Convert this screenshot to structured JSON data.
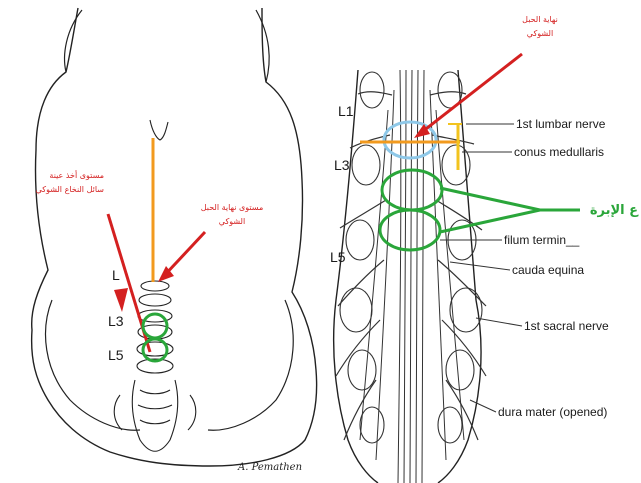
{
  "left_panel": {
    "vertebra_labels": [
      "L",
      "L3",
      "L5"
    ],
    "arabic_needle_level": [
      "مستوى أخذ عينة",
      "سائل النخاع الشوكي"
    ],
    "arabic_cord_end": [
      "مستوى نهاية الحبل",
      "الشوكي"
    ],
    "signature": "A. Pemathen"
  },
  "right_panel": {
    "vertebra_labels": [
      "L1",
      "L3",
      "L5"
    ],
    "arabic_cord_end": [
      "نهاية الحبل",
      "الشوكي"
    ],
    "arabic_needle": "ع الإبرة",
    "labels": {
      "lumbar_nerve": "1st lumbar nerve",
      "conus": "conus medullaris",
      "filum": "filum termin__",
      "cauda": "cauda equina",
      "sacral": "1st sacral nerve",
      "dura": "dura mater (opened)"
    }
  },
  "colors": {
    "annotation_red": "#d42020",
    "annotation_green": "#2aa63a",
    "annotation_orange": "#f29a1e",
    "annotation_yellow": "#f2c31e",
    "annotation_lightblue": "#8ec8e8",
    "line_art": "#222222"
  }
}
